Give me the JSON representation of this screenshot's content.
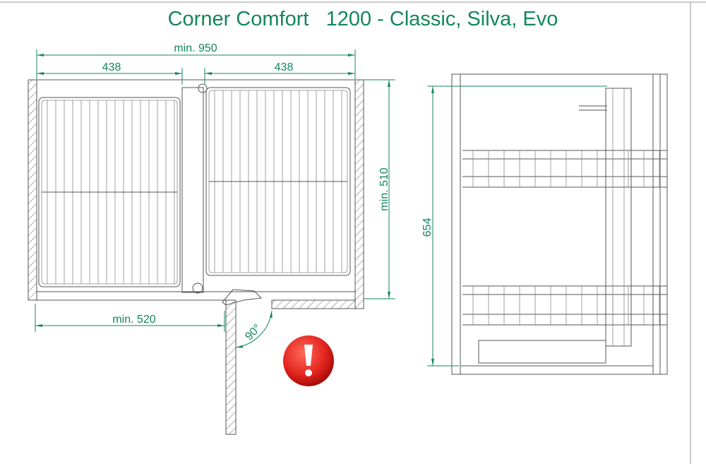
{
  "title": "Corner Comfort   1200 - Classic, Silva, Evo",
  "plan_view": {
    "dim_total_width": "min. 950",
    "dim_left_basket": "438",
    "dim_right_basket": "438",
    "dim_depth": "min. 510",
    "dim_door_offset": "min. 520",
    "door_angle": "90°"
  },
  "side_view": {
    "dim_height": "654"
  },
  "warning_icon": "exclamation-alert-icon",
  "colors": {
    "dimension": "#13875a",
    "alert": "#e0211b",
    "lines": "#555555"
  }
}
